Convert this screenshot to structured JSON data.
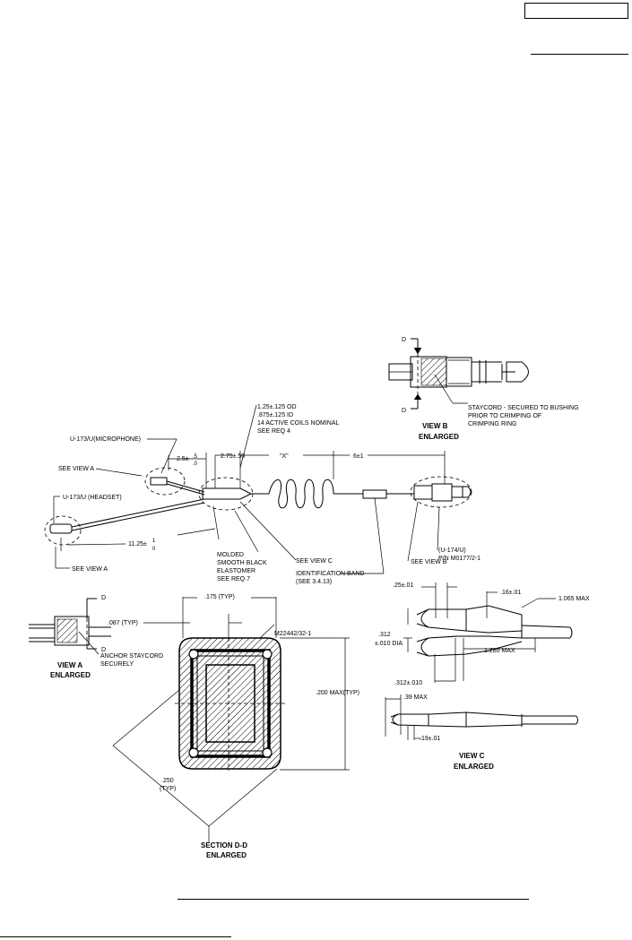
{
  "labels": {
    "view_b_d_top": "D",
    "view_b_d_bottom": "D",
    "staycord_note_1": "STAYCORD - SECURED TO BUSHING",
    "staycord_note_2": "PRIOR TO CRIMPING OF",
    "staycord_note_3": "CRIMPING RING",
    "view_b_title_1": "VIEW B",
    "view_b_title_2": "ENLARGED",
    "coil_note_1": "1.25±.125 OD",
    "coil_note_2": ".875±.125 ID",
    "coil_note_3": "14 ACTIVE COILS NOMINAL",
    "coil_note_4": "SEE REQ 4",
    "mic_label": "U-173/U(MICROPHONE)",
    "dim_25": "2.5±",
    "dim_25_tol_top": ".5",
    "dim_25_tol_bot": ".0",
    "dim_275": "2.75±.50",
    "dim_x": "\"X\"",
    "dim_6": "6±1",
    "see_view_a_1": "SEE VIEW A",
    "headset_label": "U-173/U (HEADSET)",
    "dim_1125": "11.25±",
    "dim_1125_tol_top": "1",
    "dim_1125_tol_bot": "0",
    "see_view_a_2": "SEE VIEW A",
    "molded_1": "MOLDED",
    "molded_2": "SMOOTH BLACK",
    "molded_3": "ELASTOMER",
    "molded_4": "SEE REQ.7",
    "see_view_c": "SEE VIEW C",
    "ident_1": "IDENTIFICATION BAND",
    "ident_2": "(SEE 3.4.13)",
    "plug_1": "(U-174/U)",
    "plug_2": "P/N M0177/2-1",
    "see_view_b": "SEE VIEW B",
    "view_a_d_top": "D",
    "view_a_d_bottom": "D",
    "anchor_1": "ANCHOR STAYCORD",
    "anchor_2": "SECURELY",
    "view_a_title_1": "VIEW A",
    "view_a_title_2": "ENLARGED",
    "dim_175": ".175 (TYP)",
    "dim_087": ".087 (TYP)",
    "spec_m22442": "M22442/32-1",
    "dim_200": ".200 MAX(TYP)",
    "dim_250": ".250",
    "dim_250_typ": "(TYP)",
    "section_title_1": "SECTION D-D",
    "section_title_2": "ENLARGED",
    "dim_25_01": ".25±.01",
    "dim_16_01": ".16±.01",
    "dim_1065": "1.065 MAX",
    "dim_312_1": ".312",
    "dim_312_2": "±.010 DIA",
    "dim_1280": "1.280 MAX",
    "dim_312_010": ".312±.010",
    "dim_39": ".39 MAX",
    "dim_19_01": ".19±.01",
    "view_c_title_1": "VIEW C",
    "view_c_title_2": "ENLARGED"
  }
}
